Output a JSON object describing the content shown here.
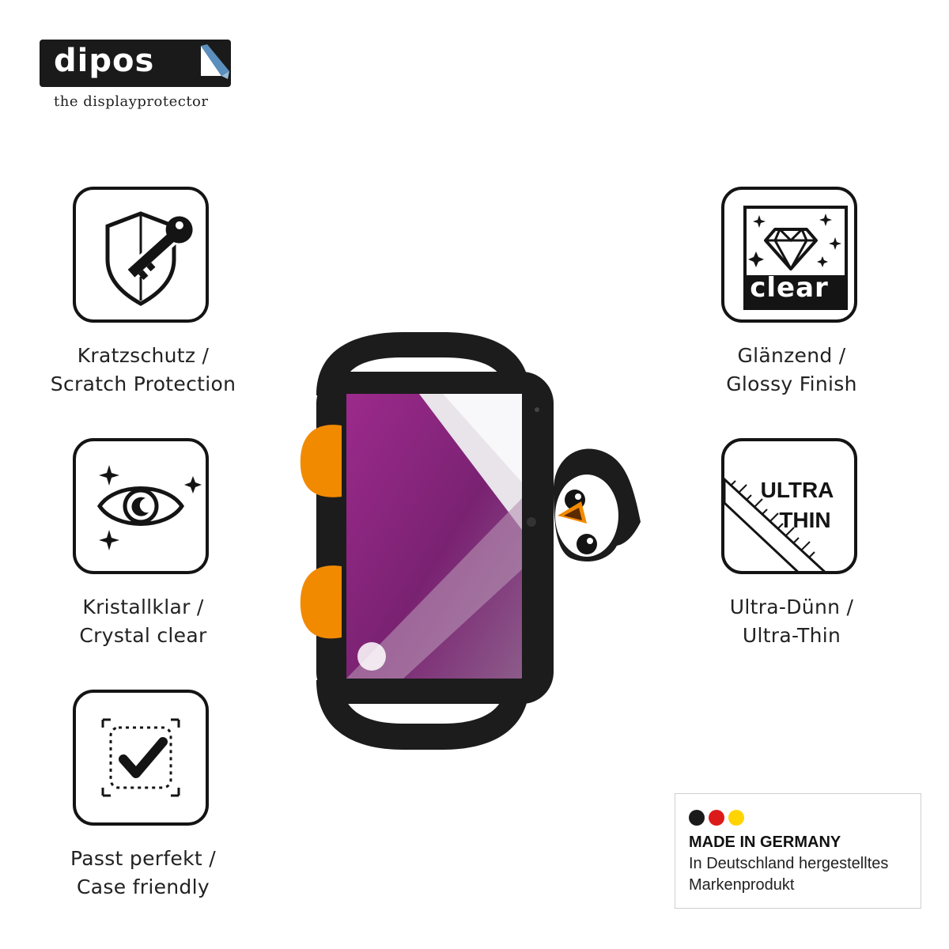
{
  "logo": {
    "word": "dipos",
    "tagline": "the displayprotector"
  },
  "features": {
    "scratch": {
      "line1": "Kratzschutz /",
      "line2": "Scratch Protection",
      "icon": "shield-key-icon"
    },
    "crystal": {
      "line1": "Kristallklar /",
      "line2": "Crystal clear",
      "icon": "eye-sparkle-icon"
    },
    "case": {
      "line1": "Passt perfekt /",
      "line2": "Case friendly",
      "icon": "checkmark-frame-icon"
    },
    "glossy": {
      "line1": "Glänzend /",
      "line2": "Glossy Finish",
      "icon": "diamond-clear-icon",
      "badge": "clear"
    },
    "thin": {
      "line1": "Ultra-Dünn /",
      "line2": "Ultra-Thin",
      "icon": "ruler-ultra-thin-icon",
      "badge_line1": "ULTRA",
      "badge_line2": "THIN"
    }
  },
  "made_in_germany": {
    "title": "MADE IN GERMANY",
    "line1": "In Deutschland hergestelltes",
    "line2": "Markenprodukt",
    "flag_colors": [
      "#1a1a1a",
      "#dd1a1a",
      "#ffd400"
    ]
  },
  "colors": {
    "tile_border": "#141414",
    "case_black": "#1c1c1c",
    "case_orange": "#f28a00",
    "screen_purple": "#8e2a7e"
  }
}
